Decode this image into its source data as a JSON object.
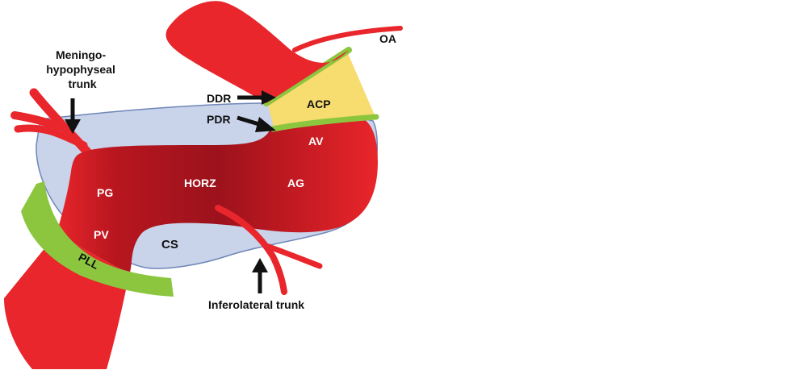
{
  "colors": {
    "artery": "#e8262b",
    "artery_dark": "#a0141f",
    "sinus": "#c9d3ea",
    "sinus_edge": "#6f86b8",
    "ligament": "#8cc63f",
    "clinoid": "#f7dc6f",
    "arrow": "#111111"
  },
  "labels": {
    "oa": "OA",
    "meningo": [
      "Meningo-",
      "hypophyseal",
      "trunk"
    ],
    "ddr": "DDR",
    "pdr": "PDR",
    "acp": "ACP",
    "av": "AV",
    "pg": "PG",
    "horz": "HORZ",
    "ag": "AG",
    "pv": "PV",
    "cs": "CS",
    "pll": "PLL",
    "inferolateral": "Inferolateral trunk"
  }
}
